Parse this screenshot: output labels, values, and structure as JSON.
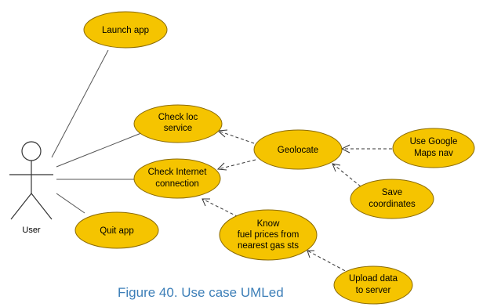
{
  "actor": {
    "label": "User"
  },
  "use_cases": {
    "launch_app": [
      "Launch app"
    ],
    "check_loc_service": [
      "Check loc",
      "service"
    ],
    "check_internet": [
      "Check Internet",
      "connection"
    ],
    "quit_app": [
      "Quit app"
    ],
    "geolocate": [
      "Geolocate"
    ],
    "use_google_maps": [
      "Use Google",
      "Maps nav"
    ],
    "save_coordinates": [
      "Save",
      "coordinates"
    ],
    "know_fuel_prices": [
      "Know",
      "fuel prices from",
      "nearest gas sts"
    ],
    "upload_data": [
      "Upload data",
      "to server"
    ]
  },
  "caption": "Figure 40. Use case UMLed",
  "colors": {
    "use_case_fill": "#f5c400",
    "use_case_stroke": "#8a6a00",
    "caption": "#3d7fb8"
  }
}
